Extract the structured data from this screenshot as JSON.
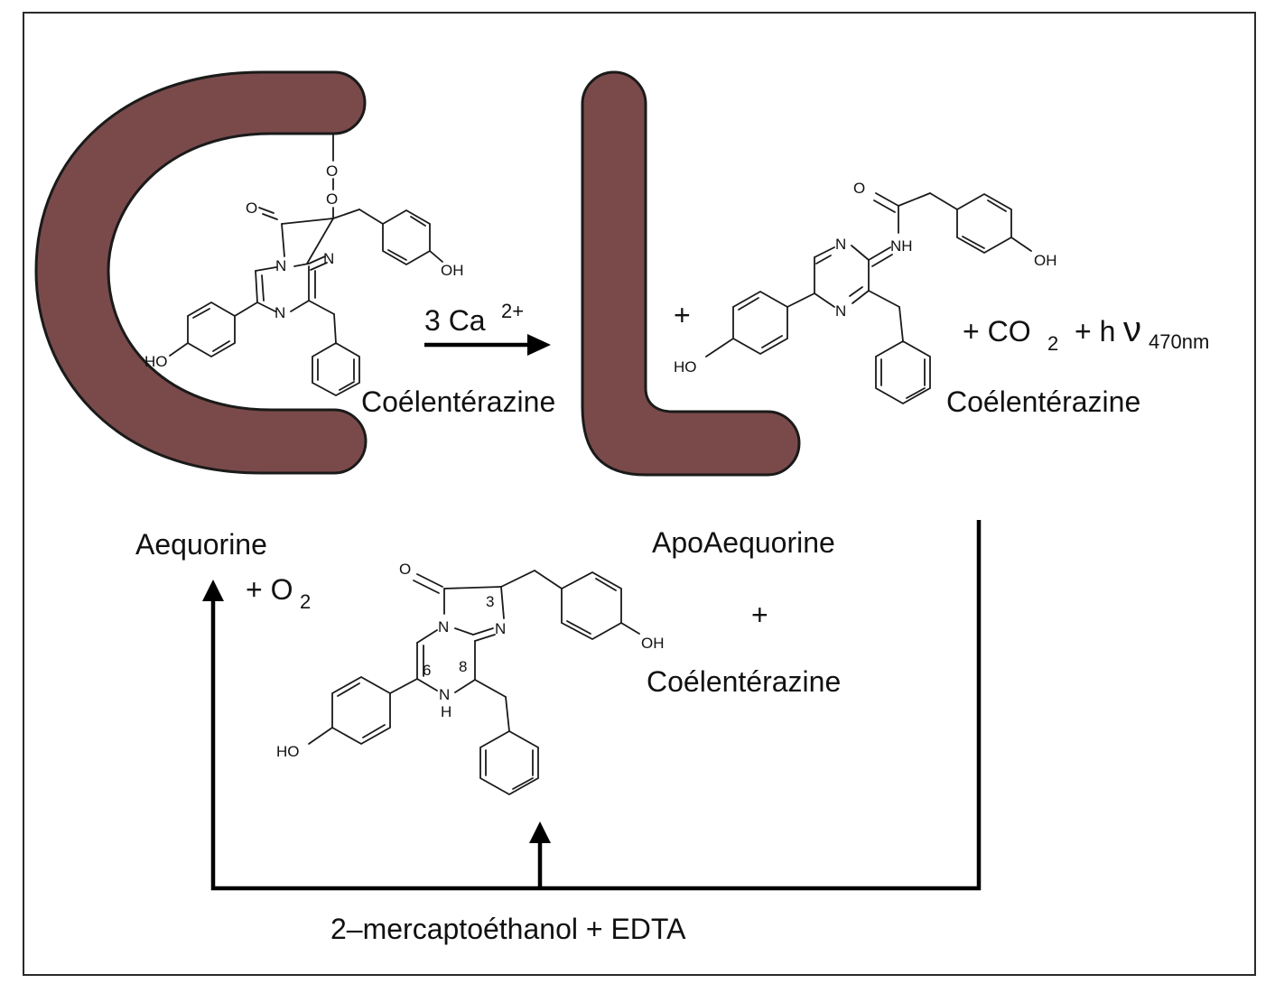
{
  "colors": {
    "protein_fill": "#7a4a4a",
    "line": "#000000",
    "frame": "#2a2a2a",
    "background": "#ffffff"
  },
  "reaction": {
    "arrow_label": "3 Ca",
    "arrow_label_charge": "2+",
    "plus": "+",
    "co2_prefix": "+ CO",
    "co2_sub": "2",
    "hv_prefix": "+ h",
    "nu": "ν",
    "hv_sub": "470nm"
  },
  "left": {
    "protein_name": "Aequorine",
    "o2_prefix": "+ O",
    "o2_sub": "2",
    "molecule_label": "Coélentérazine",
    "peroxide_o1": "O",
    "peroxide_o2": "O",
    "carbonyl_o": "O",
    "n1": "N",
    "n2": "N",
    "n3": "N",
    "oh_right": "OH",
    "ho_left": "HO"
  },
  "right": {
    "molecule_label": "Coélentérazine",
    "carbonyl_o": "O",
    "nh": "NH",
    "n1": "N",
    "n2": "N",
    "oh_right": "OH",
    "ho_left": "HO"
  },
  "middle": {
    "apo_name": "ApoAequorine",
    "plus": "+",
    "coel": "Coélentérazine",
    "carbonyl_o": "O",
    "pos3": "3",
    "pos6": "6",
    "pos8": "8",
    "n1": "N",
    "n2": "N",
    "n3": "N",
    "h": "H",
    "oh_right": "OH",
    "ho_left": "HO"
  },
  "bottom_label": "2–mercaptoéthanol + EDTA"
}
